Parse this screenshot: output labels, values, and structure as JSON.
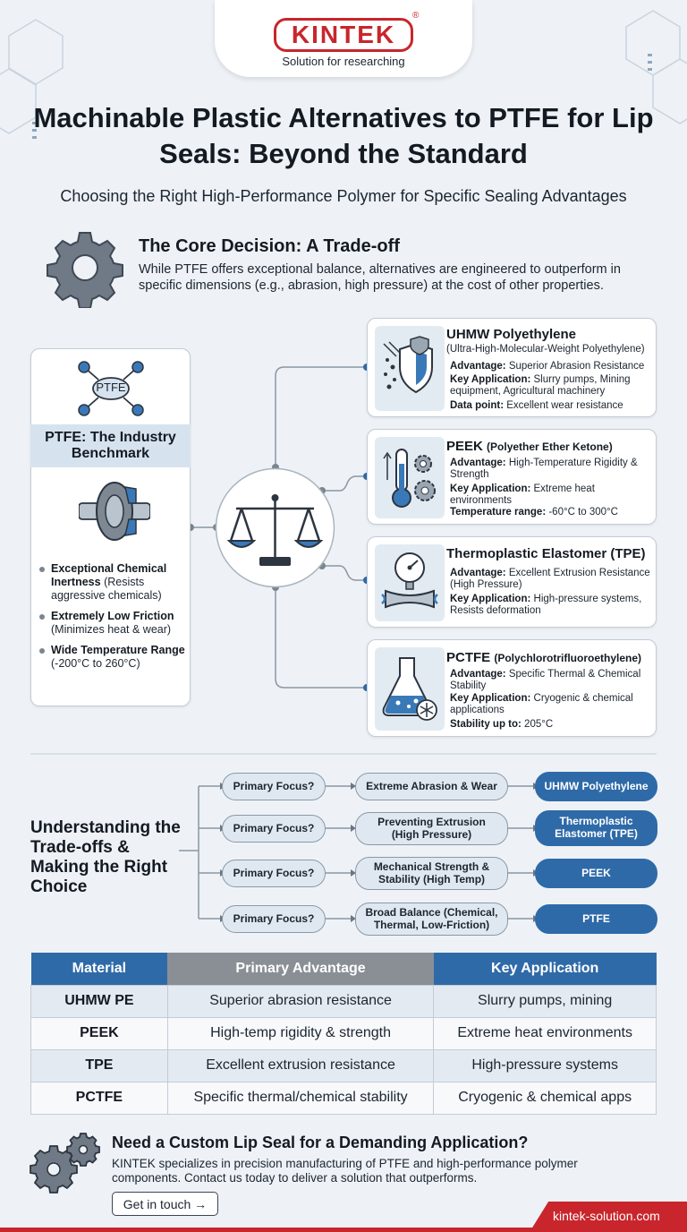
{
  "brand": {
    "logo": "KINTEK",
    "registered": "®",
    "tagline": "Solution for researching",
    "website": "kintek-solution.com"
  },
  "title": "Machinable Plastic Alternatives to PTFE for Lip Seals: Beyond the Standard",
  "subtitle": "Choosing the Right High-Performance Polymer for Specific Sealing Advantages",
  "core": {
    "title": "The Core Decision: A Trade-off",
    "description": "While PTFE offers exceptional balance, alternatives are engineered to outperform in specific dimensions (e.g., abrasion, high pressure) at the cost of other properties."
  },
  "ptfe": {
    "node_label": "PTFE",
    "band": "PTFE: The Industry Benchmark",
    "bullets": [
      {
        "bold": "Exceptional Chemical Inertness",
        "rest": " (Resists aggressive chemicals)"
      },
      {
        "bold": "Extremely Low Friction",
        "rest": " (Minimizes heat & wear)"
      },
      {
        "bold": "Wide Temperature Range",
        "rest": " (-200°C to 260°C)"
      }
    ]
  },
  "materials": [
    {
      "name": "UHMW Polyethylene",
      "subname": "(Ultra-High-Molecular-Weight Polyethylene)",
      "lines": [
        {
          "label": "Advantage:",
          "text": " Superior Abrasion Resistance"
        },
        {
          "label": "Key Application:",
          "text": " Slurry pumps, Mining equipment, Agricultural machinery"
        },
        {
          "label": "Data point:",
          "text": " Excellent wear resistance"
        }
      ],
      "icon": "abrasion-shield-icon"
    },
    {
      "name": "PEEK",
      "name_suffix": "(Polyether Ether Ketone)",
      "lines": [
        {
          "label": "Advantage:",
          "text": " High-Temperature Rigidity & Strength"
        },
        {
          "label": "Key Application:",
          "text": " Extreme heat environments"
        },
        {
          "label": "Temperature range:",
          "text": " -60°C to 300°C"
        }
      ],
      "icon": "thermometer-gears-icon"
    },
    {
      "name": "Thermoplastic Elastomer (TPE)",
      "lines": [
        {
          "label": "Advantage:",
          "text": " Excellent Extrusion Resistance (High Pressure)"
        },
        {
          "label": "Key Application:",
          "text": " High-pressure systems, Resists deformation"
        }
      ],
      "icon": "pressure-gauge-icon"
    },
    {
      "name": "PCTFE",
      "name_suffix": "(Polychlorotrifluoroethylene)",
      "lines": [
        {
          "label": "Advantage:",
          "text": " Specific Thermal & Chemical Stability"
        },
        {
          "label": "Key Application:",
          "text": " Cryogenic & chemical applications"
        },
        {
          "label": "Stability up to:",
          "text": " 205°C"
        }
      ],
      "icon": "flask-snowflake-icon"
    }
  ],
  "tree": {
    "title": "Understanding the Trade-offs & Making the Right Choice",
    "rows": [
      {
        "question": "Primary Focus?",
        "focus": "Extreme Abrasion & Wear",
        "result": "UHMW Polyethylene"
      },
      {
        "question": "Primary Focus?",
        "focus": "Preventing Extrusion (High Pressure)",
        "result": "Thermoplastic Elastomer (TPE)"
      },
      {
        "question": "Primary Focus?",
        "focus": "Mechanical Strength & Stability (High Temp)",
        "result": "PEEK"
      },
      {
        "question": "Primary Focus?",
        "focus": "Broad Balance (Chemical, Thermal, Low-Friction)",
        "result": "PTFE"
      }
    ]
  },
  "table": {
    "headers": [
      "Material",
      "Primary Advantage",
      "Key Application"
    ],
    "rows": [
      [
        "UHMW PE",
        "Superior abrasion resistance",
        "Slurry pumps, mining"
      ],
      [
        "PEEK",
        "High-temp rigidity & strength",
        "Extreme heat environments"
      ],
      [
        "TPE",
        "Excellent extrusion resistance",
        "High-pressure systems"
      ],
      [
        "PCTFE",
        "Specific thermal/chemical stability",
        "Cryogenic & chemical apps"
      ]
    ]
  },
  "cta": {
    "title": "Need a Custom Lip Seal for a Demanding Application?",
    "description": "KINTEK specializes in precision manufacturing of PTFE and high-performance polymer components. Contact us today to deliver a solution that outperforms.",
    "button": "Get in touch →"
  },
  "colors": {
    "brand_red": "#c8262c",
    "accent_blue": "#2f6aa8",
    "header_gray": "#8a8f96"
  }
}
